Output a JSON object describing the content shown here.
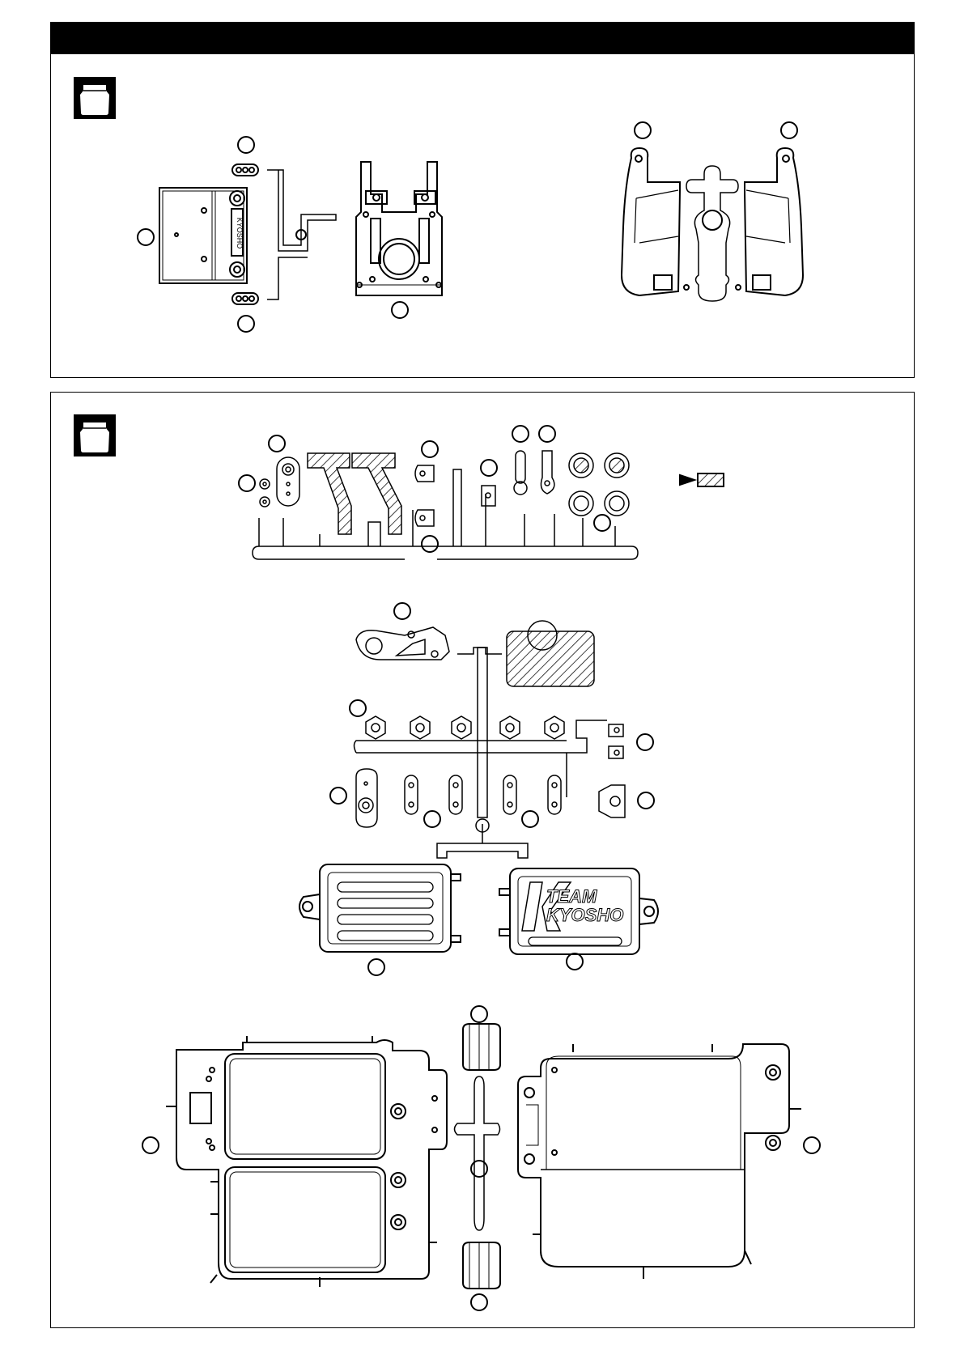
{
  "header": {
    "title": ""
  },
  "sections": [
    {
      "id": "top",
      "icon": "parts-bag-icon"
    },
    {
      "id": "bottom",
      "icon": "parts-bag-icon"
    }
  ],
  "decals": {
    "kyosho_line1": "TEAM",
    "kyosho_line2": "KYOSHO"
  },
  "side_plate_text": "KYOSHO",
  "colors": {
    "ink": "#000000",
    "paper": "#ffffff"
  }
}
